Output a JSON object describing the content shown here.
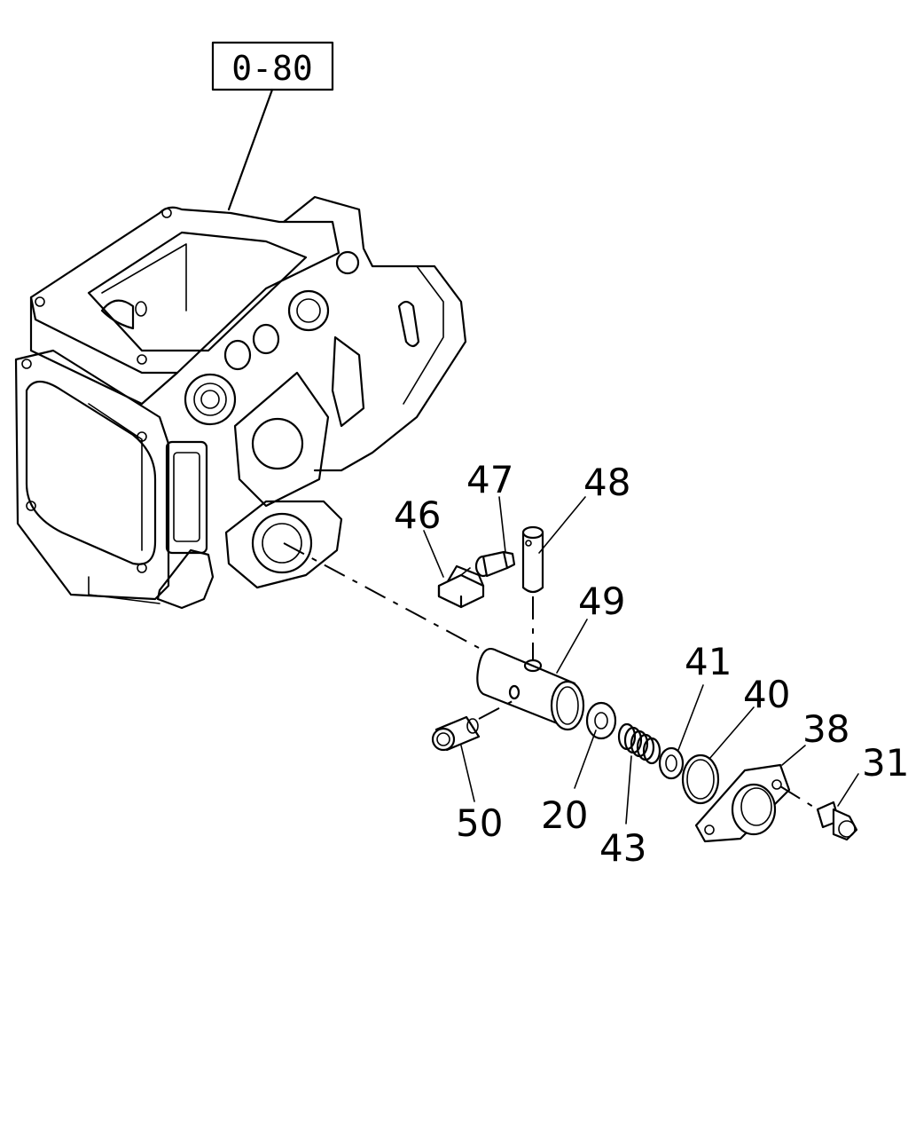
{
  "reference_box": {
    "label": "0-80"
  },
  "callouts": [
    {
      "id": "c47",
      "label": "47"
    },
    {
      "id": "c48",
      "label": "48"
    },
    {
      "id": "c46",
      "label": "46"
    },
    {
      "id": "c49",
      "label": "49"
    },
    {
      "id": "c41",
      "label": "41"
    },
    {
      "id": "c40",
      "label": "40"
    },
    {
      "id": "c38",
      "label": "38"
    },
    {
      "id": "c31",
      "label": "31"
    },
    {
      "id": "c50",
      "label": "50"
    },
    {
      "id": "c20",
      "label": "20"
    },
    {
      "id": "c43",
      "label": "43"
    }
  ]
}
